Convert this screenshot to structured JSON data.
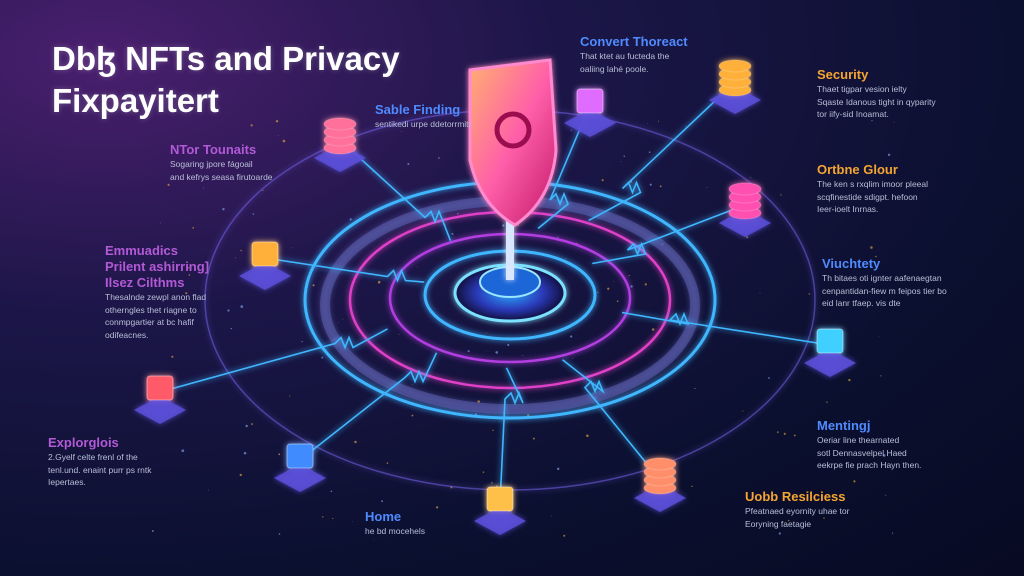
{
  "title": {
    "line1": "Dbɮ NFTs and Privacy",
    "line2": "Fixpayitert"
  },
  "colors": {
    "accent_blue": "#4f8bff",
    "accent_purple": "#b25ad6",
    "accent_orange": "#f5a531",
    "ring_pink": "#e040c8",
    "ring_cyan": "#3fb6ff"
  },
  "labels": [
    {
      "id": "sable-finding",
      "heading": "Sable Finding",
      "lines": [
        "sentikedi urpe ddetorrmitr."
      ]
    },
    {
      "id": "convert-thoreact",
      "heading": "Convert Thoreact",
      "lines": [
        "That ktet au fucteda the",
        "oaliing lahé poole."
      ]
    },
    {
      "id": "ntor-tounaits",
      "heading": "NTor Tounaits",
      "lines": [
        "Sogaring jpore fágoail",
        "and kefrys seasa firutoarde"
      ]
    },
    {
      "id": "security",
      "heading": "Security",
      "lines": [
        "Thaet tigpar vesion ielty",
        "Sqaste Idanous tight in qyparity",
        "tor iify-sid Inoamat."
      ]
    },
    {
      "id": "ortbne-glour",
      "heading": "Ortbne Glour",
      "lines": [
        "The ken s rxqlim imoor pleeal",
        "scqfinestide sdigpt. hefoon",
        "Ieer-ioelt Inrnas."
      ]
    },
    {
      "id": "emmuadics",
      "heading": "Emmuadics Prilent ashirring Ilsez Cilthms",
      "heading_lines": [
        "Emmuadics",
        "Prilent ashirring]",
        "Ilsez Cilthms"
      ],
      "lines": [
        "Thesalnde zewpl anon flad",
        "otherngles thet riagne to",
        "conmpgartier at bc hafif",
        "odifeacnes."
      ]
    },
    {
      "id": "viuchtety",
      "heading": "Viuchtety",
      "lines": [
        "Th bitaes oti ignter aafenaegtan",
        "cenpantidan-fiew m feipos tier bo",
        "eid lanr tfaep. vis dte"
      ]
    },
    {
      "id": "explorglois",
      "heading": "Explorglois",
      "lines": [
        "2.Gyelf celte frenl of the",
        "tenl.und. enaint purr ps rntk",
        "Iepertaes."
      ]
    },
    {
      "id": "mentingj",
      "heading": "Mentingj",
      "lines": [
        "Oeriar line thearnated",
        "sotl Dennasvelpel Haed",
        "eekrpe fie prach Hayn then."
      ]
    },
    {
      "id": "uobb-resilciess",
      "heading": "Uobb Resilciess",
      "lines": [
        "Pfeatnaed eyornity uhae tor",
        "Eoryning faetagie"
      ]
    },
    {
      "id": "home",
      "heading": "Home",
      "lines": [
        "he bd mocehels"
      ]
    }
  ]
}
